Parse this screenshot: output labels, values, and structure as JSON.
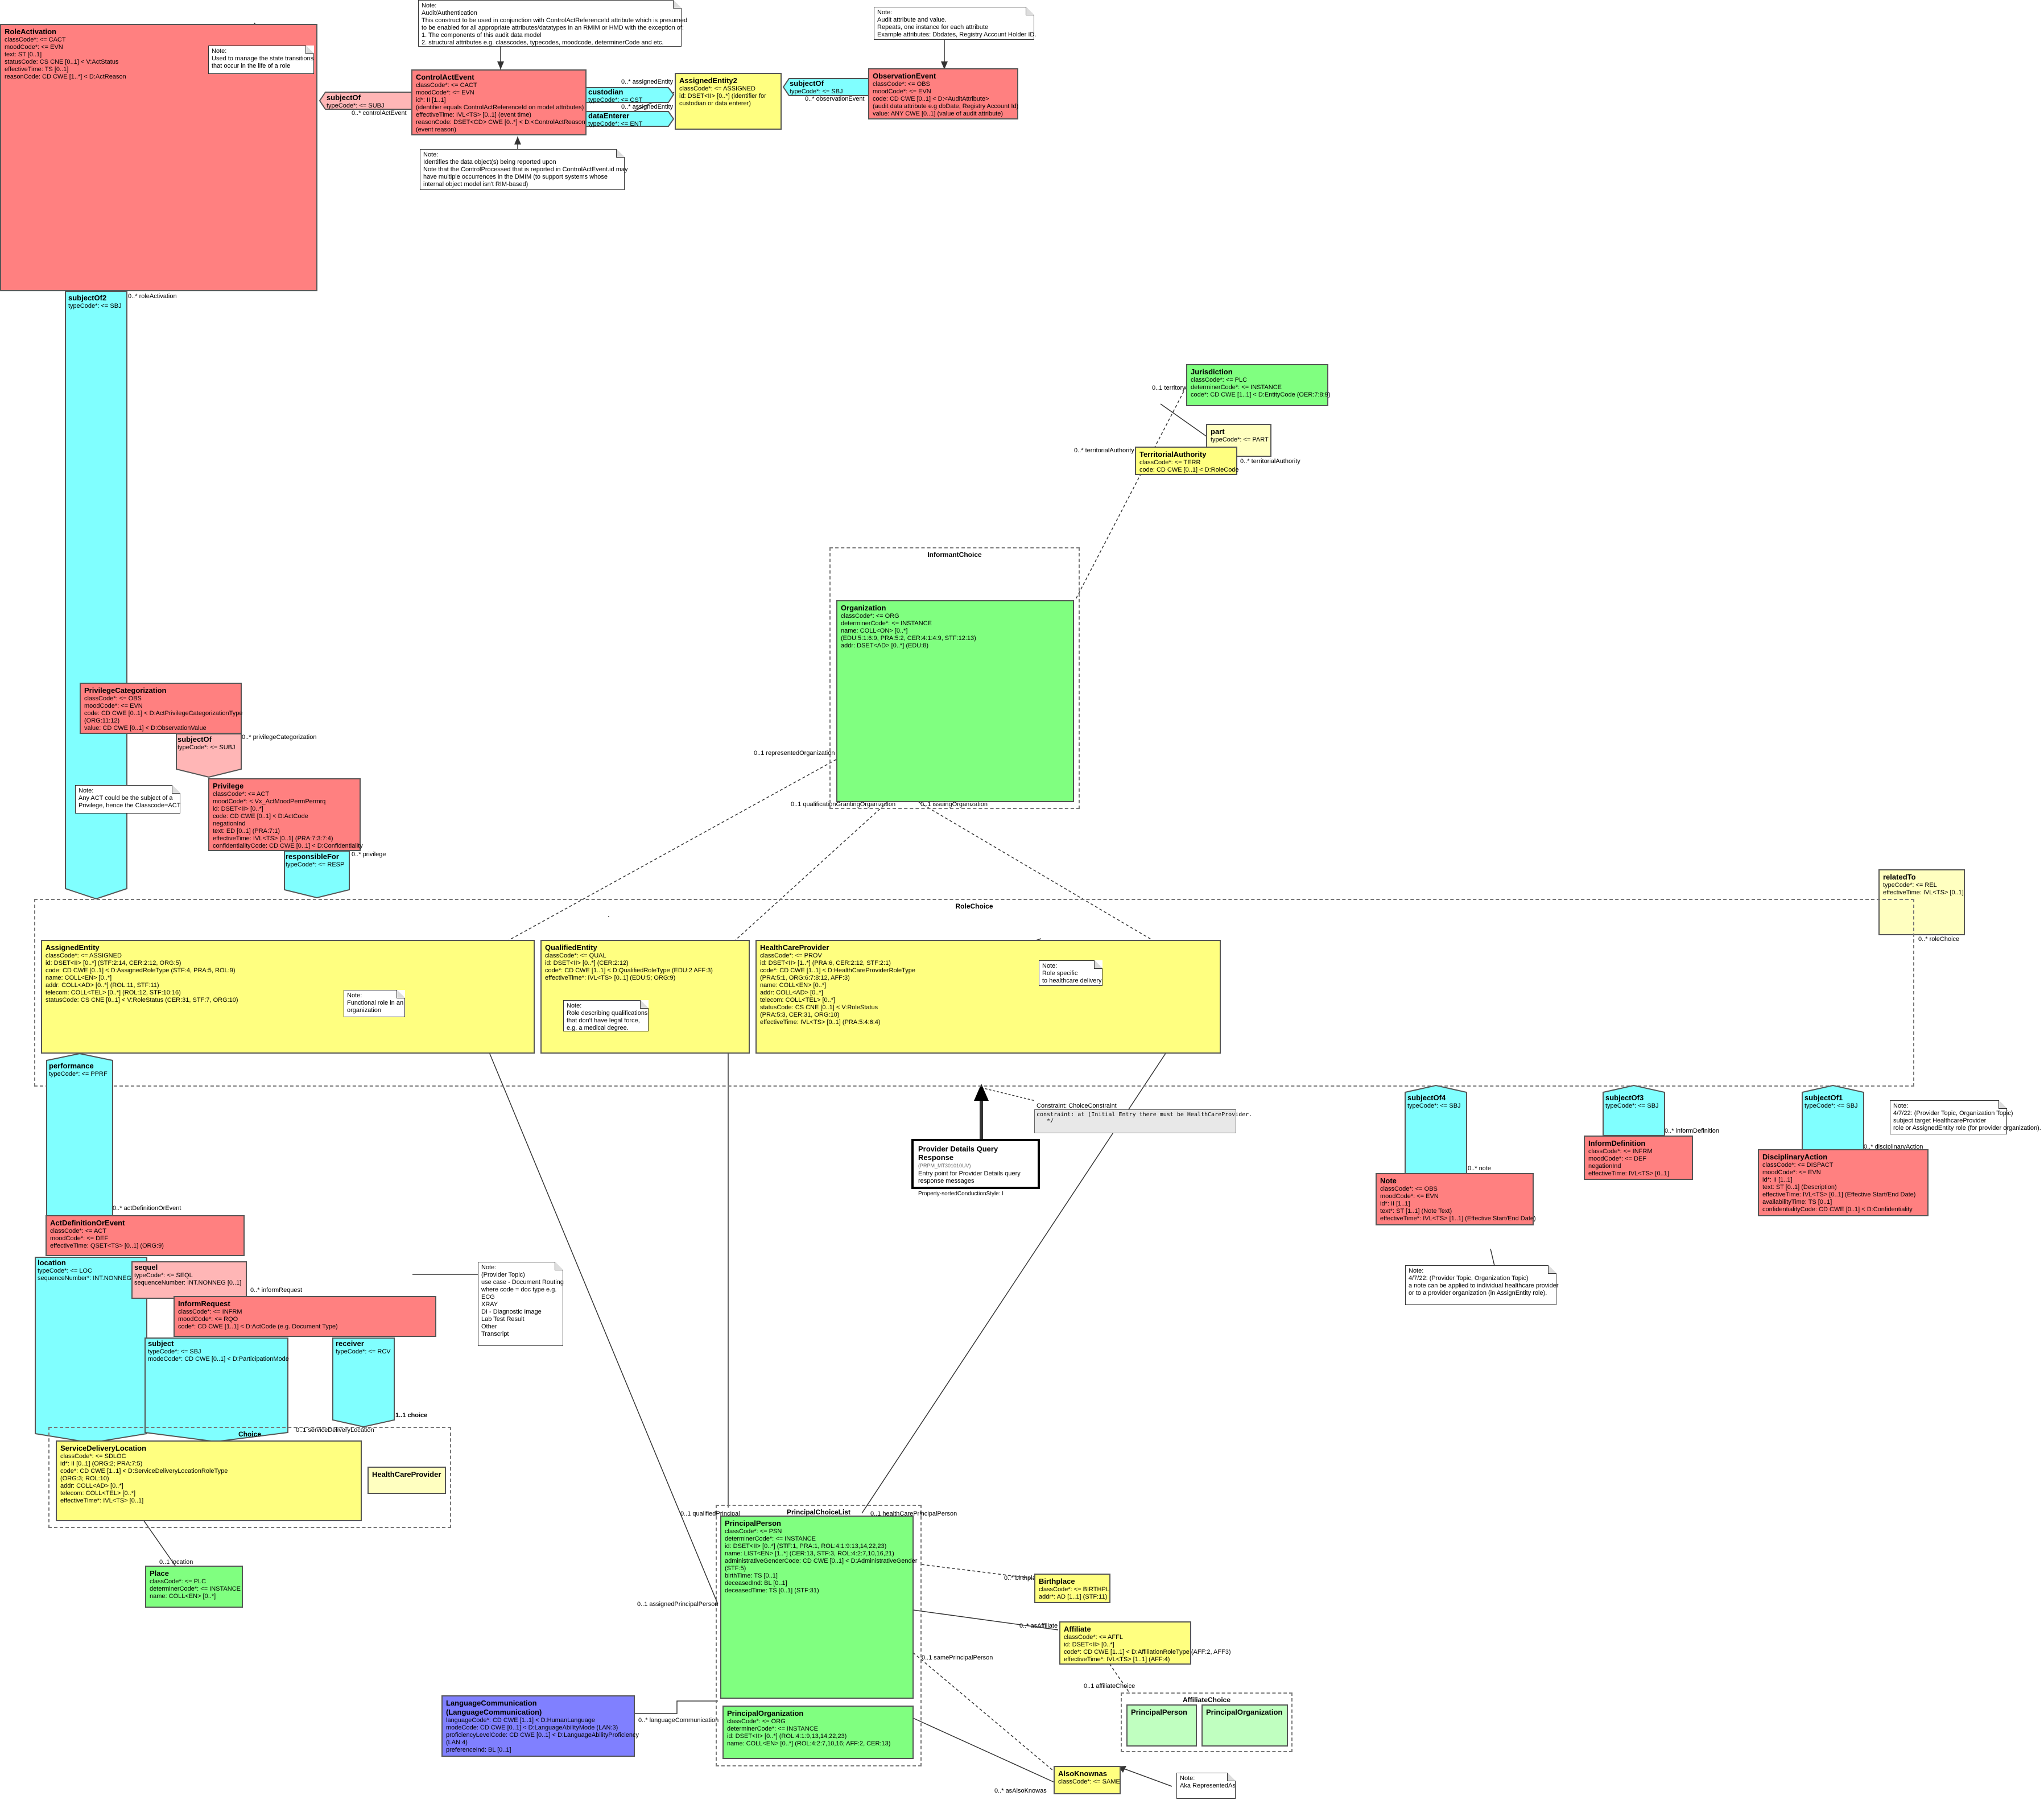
{
  "colors": {
    "act": "#ff8080",
    "role": "#ffff80",
    "entity": "#80ff80",
    "participation": "#80ffff",
    "other": "#8080ff"
  },
  "classes": {
    "roleActivation": {
      "title": "RoleActivation",
      "attrs": "classCode*: <= CACT\nmoodCode*: <= EVN\ntext: ST [0..1]\nstatusCode: CS CNE [0..1] < V:ActStatus\neffectiveTime: TS [0..1]\nreasonCode: CD CWE [1..*] < D:ActReason"
    },
    "controlActEvent": {
      "title": "ControlActEvent",
      "attrs": "classCode*: <= CACT\nmoodCode*: <= EVN\nid*: II [1..1]\n(identifier equals ControlActReferenceId on model attributes)\neffectiveTime: IVL<TS> [0..1] (event time)\nreasonCode: DSET<CD> CWE [0..*] < D:<ControlActReason>\n(event reason)"
    },
    "assignedEntity2": {
      "title": "AssignedEntity2",
      "attrs": "classCode*: <= ASSIGNED\nid: DSET<II> [0..*] (identifier for\ncustodian or data enterer)"
    },
    "observationEvent": {
      "title": "ObservationEvent",
      "attrs": "classCode*: <= OBS\nmoodCode*: <= EVN\ncode: CD CWE [0..1] < D:<AuditAttribute>\n(audit data attribute e.g dbDate, Registry Account Id)\nvalue: ANY CWE [0..1] (value of audit attribute)"
    },
    "jurisdiction": {
      "title": "Jurisdiction",
      "attrs": "classCode*: <= PLC\ndeterminerCode*: <= INSTANCE\ncode*: CD CWE [1..1] < D:EntityCode (OER:7:8:9)"
    },
    "part": {
      "title": "part",
      "attrs": "typeCode*: <= PART"
    },
    "territorialAuthority": {
      "title": "TerritorialAuthority",
      "attrs": "classCode*: <= TERR\ncode: CD CWE [0..1] < D:RoleCode"
    },
    "organization": {
      "title": "Organization",
      "attrs": "classCode*: <= ORG\ndeterminerCode*: <= INSTANCE\nname: COLL<ON> [0..*]\n(EDU:5:1:6:9, PRA:5:2, CER:4:1:4:9, STF:12:13)\naddr: DSET<AD> [0..*] (EDU:8)"
    },
    "privilegeCategorization": {
      "title": "PrivilegeCategorization",
      "attrs": "classCode*: <= OBS\nmoodCode*: <= EVN\ncode: CD CWE [0..1] < D:ActPrivilegeCategorizationType\n(ORG:11:12)\nvalue: CD CWE [0..1] < D:ObservationValue"
    },
    "privilege": {
      "title": "Privilege",
      "attrs": "classCode*: <= ACT\nmoodCode*: < Vx_ActMoodPermPermrq\nid: DSET<II> [0..*]\ncode: CD CWE [0..1] < D:ActCode\nnegationInd\ntext: ED [0..1] (PRA:7:1)\neffectiveTime: IVL<TS> [0..1] (PRA:7:3:7:4)\nconfidentialityCode: CD CWE [0..1] < D:Confidentiality"
    },
    "assignedEntity": {
      "title": "AssignedEntity",
      "attrs": "classCode*: <= ASSIGNED\nid: DSET<II> [0..*] (STF:2:14, CER:2:12, ORG:5)\ncode: CD CWE [0..1] < D:AssignedRoleType (STF:4, PRA:5, ROL:9)\nname: COLL<EN> [0..*]\naddr: COLL<AD> [0..*] (ROL:11, STF:11)\ntelecom: COLL<TEL> [0..*] (ROL:12, STF:10:16)\nstatusCode: CS CNE [0..1] < V:RoleStatus (CER:31, STF:7, ORG:10)"
    },
    "qualifiedEntity": {
      "title": "QualifiedEntity",
      "attrs": "classCode*: <= QUAL\nid: DSET<II> [0..*] (CER:2:12)\ncode*: CD CWE [1..1] < D:QualifiedRoleType (EDU:2 AFF:3)\neffectiveTime*: IVL<TS> [0..1] (EDU:5; ORG:9)"
    },
    "healthCareProvider": {
      "title": "HealthCareProvider",
      "attrs": "classCode*: <= PROV\nid: DSET<II> [1..*] (PRA:6, CER:2:12, STF:2:1)\ncode*: CD CWE [1..1] < D:HealthCareProviderRoleType\n(PRA:5:1, ORG:6:7:8:12, AFF:3)\nname: COLL<EN> [0..*]\naddr: COLL<AD> [0..*]\ntelecom: COLL<TEL> [0..*]\nstatusCode: CS CNE [0..1] < V:RoleStatus\n(PRA:5:3, CER:31, ORG:10)\neffectiveTime: IVL<TS> [0..1] (PRA:5:4:6:4)"
    },
    "relatedTo": {
      "title": "relatedTo",
      "attrs": "typeCode*: <= REL\neffectiveTime: IVL<TS> [0..1]"
    },
    "actDefinitionOrEvent": {
      "title": "ActDefinitionOrEvent",
      "attrs": "classCode*: <= ACT\nmoodCode*: <= DEF\neffectiveTime: QSET<TS> [0..1] (ORG:9)"
    },
    "informRequest": {
      "title": "InformRequest",
      "attrs": "classCode*: <= INFRM\nmoodCode*: <= RQO\ncode*: CD CWE [1..1] < D:ActCode (e.g. Document Type)"
    },
    "serviceDeliveryLocation": {
      "title": "ServiceDeliveryLocation",
      "attrs": "classCode*: <= SDLOC\nid*: II [0..1] (ORG:2; PRA:7:5)\ncode*: CD CWE [1..1] < D:ServiceDeliveryLocationRoleType\n(ORG:3; ROL:10)\naddr: COLL<AD> [0..*]\ntelecom: COLL<TEL> [0..*]\neffectiveTime*: IVL<TS> [0..1]"
    },
    "healthCareProviderSmall": {
      "title": "HealthCareProvider",
      "attrs": ""
    },
    "place": {
      "title": "Place",
      "attrs": "classCode*: <= PLC\ndeterminerCode*: <= INSTANCE\nname: COLL<EN> [0..*]"
    },
    "principalPerson": {
      "title": "PrincipalPerson",
      "attrs": "classCode*: <= PSN\ndeterminerCode*: <= INSTANCE\nid: DSET<II> [0..*] (STF:1, PRA:1, ROL:4:1:9:13,14,22,23)\nname: LIST<EN> [1..*] (CER:13, STF:3, ROL:4:2:7,10,16,21)\nadministrativeGenderCode: CD CWE [0..1] < D:AdministrativeGender\n(STF:5)\nbirthTime: TS [0..1]\ndeceasedInd: BL [0..1]\ndeceasedTime: TS [0..1] (STF:31)"
    },
    "principalOrganization": {
      "title": "PrincipalOrganization",
      "attrs": "classCode*: <= ORG\ndeterminerCode*: <= INSTANCE\nid: DSET<II> [0..*] (ROL:4:1:9,13,14,22,23)\nname: COLL<EN> [0..*] (ROL:4:2:7,10,16; AFF:2, CER:13)"
    },
    "birthplace": {
      "title": "Birthplace",
      "attrs": "classCode*: <= BIRTHPL\naddr*: AD [1..1] (STF:11)"
    },
    "affiliate": {
      "title": "Affiliate",
      "attrs": "classCode*: <= AFFL\nid: DSET<II> [0..*]\ncode*: CD CWE [1..1] < D:AffiliationRoleType (AFF:2, AFF3)\neffectiveTime*: IVL<TS> [1..1] (AFF:4)"
    },
    "principalPersonSmall": {
      "title": "PrincipalPerson",
      "attrs": ""
    },
    "principalOrganizationSmall": {
      "title": "PrincipalOrganization",
      "attrs": ""
    },
    "alsoKnownas": {
      "title": "AlsoKnownas",
      "attrs": "classCode*: <= SAME"
    },
    "languageCommunication": {
      "title": "LanguageCommunication\n(LanguageCommunication)",
      "attrs": "languageCode*: CD CWE [1..1] < D:HumanLanguage\nmodeCode: CD CWE [0..1] < D:LanguageAbilityMode (LAN:3)\nproficiencyLevelCode: CD CWE [0..1] < D:LanguageAbilityProficiency\n(LAN:4)\npreferenceInd: BL [0..1]"
    },
    "noteAct": {
      "title": "Note",
      "attrs": "classCode*: <= OBS\nmoodCode*: <= EVN\nid*: II [1..1]\ntext*: ST [1..1] (Note Text)\neffectiveTime*: IVL<TS> [1..1] (Effective Start/End Date)"
    },
    "informDefinition": {
      "title": "InformDefinition",
      "attrs": "classCode*: <= INFRM\nmoodCode*: <= DEF\nnegationInd\neffectiveTime: IVL<TS> [0..1]"
    },
    "disciplinaryAction": {
      "title": "DisciplinaryAction",
      "attrs": "classCode*: <= DISPACT\nmoodCode*: <= EVN\nid*: II [1..1]\ntext: ST [0..1] (Description)\neffectiveTime: IVL<TS> [0..1] (Effective Start/End Date)\navailabilityTime: TS [0..1]\nconfidentialityCode: CD CWE [0..1] < D:Confidentiality"
    }
  },
  "participations": {
    "subjectOfCtrl": {
      "title": "subjectOf",
      "attrs": "typeCode*: <= SUBJ"
    },
    "custodian": {
      "title": "custodian",
      "attrs": "typeCode*: <= CST"
    },
    "dataEnterer": {
      "title": "dataEnterer",
      "attrs": "typeCode*: <= ENT"
    },
    "subjectOfObs": {
      "title": "subjectOf",
      "attrs": "typeCode*: <= SBJ"
    },
    "subjectOf2": {
      "title": "subjectOf2",
      "attrs": "typeCode*: <= SBJ"
    },
    "subjectOfPriv": {
      "title": "subjectOf",
      "attrs": "typeCode*: <= SUBJ"
    },
    "responsibleFor": {
      "title": "responsibleFor",
      "attrs": "typeCode*: <= RESP"
    },
    "performance": {
      "title": "performance",
      "attrs": "typeCode*: <= PPRF"
    },
    "location": {
      "title": "location",
      "attrs": "typeCode*: <= LOC\nsequenceNumber*: INT.NONNEG"
    },
    "sequel": {
      "title": "sequel",
      "attrs": "typeCode*: <= SEQL\nsequenceNumber: INT.NONNEG [0..1]"
    },
    "subject": {
      "title": "subject",
      "attrs": "typeCode*: <= SBJ\nmodeCode*: CD CWE [0..1] < D:ParticipationMode"
    },
    "receiver": {
      "title": "receiver",
      "attrs": "typeCode*: <= RCV"
    },
    "subjectOf4": {
      "title": "subjectOf4",
      "attrs": "typeCode*: <= SBJ"
    },
    "subjectOf3": {
      "title": "subjectOf3",
      "attrs": "typeCode*: <= SBJ"
    },
    "subjectOf1": {
      "title": "subjectOf1",
      "attrs": "typeCode*: <= SBJ"
    }
  },
  "notes": {
    "roleActivationNote": "Note:\nUsed to manage the state transitions\nthat occur in the life of a role",
    "auditNote": "Note:\nAudit/Authentication\nThis construct to be used in conjunction with ControlActReferenceId attribute which is presumed\nto be enabled for all appropriate attributes/datatypes in an RMIM or HMD with the exception of:\n1. The components of this audit data model\n2. structural attributes e.g. classcodes, typecodes, moodcode, determinerCode and etc.",
    "observationNote": "Note:\nAudit attribute and value.\nRepeats, one instance for each attribute\nExample attributes: Dbdates, Registry Account Holder ID.",
    "controlActNote": "Note:\nIdentifies the data object(s) being reported upon\nNote that the ControlProcessed that is reported in ControlActEvent.id may\nhave multiple occurrences in the DMIM (to support systems whose\ninternal object model isn't RIM-based)",
    "privilegeNote": "Note:\nAny ACT could be the subject of a\nPrivilege, hence the Classcode=ACT",
    "assignedNote": "Note:\nFunctional role in an\norganization",
    "qualifiedNote": "Note:\nRole describing qualifications\nthat don't have legal force,\ne.g. a medical degree.",
    "healthCareNote": "Note:\nRole specific\nto healthcare delivery",
    "informRequestNote": "Note:\n(Provider Topic)\nuse case - Document Routing\nwhere code = doc type e.g.\nECG\nXRAY\nDI - Diagnostic Image\nLab Test Result\nOther\nTranscript",
    "disciplinaryNote": "Note:\n4/7/22: (Provider Topic, Organization Topic)\nsubject target HealthcareProvider\nrole or AssignedEntity role (for provider organization).",
    "noteActNote": "Note:\n4/7/22: (Provider Topic, Organization Topic)\na note can be applied to individual healthcare provider\nor to a provider organization (in AssignEntity role).",
    "akaNote": "Note:\nAka RepresentedAs"
  },
  "choices": {
    "informant": "InformantChoice",
    "role": "RoleChoice",
    "choice": "Choice",
    "principal": "PrincipalChoiceList",
    "affiliate": "AffiliateChoice"
  },
  "entry": {
    "title": "Provider Details Query Response",
    "id": "(PRPM_MT301010UV)",
    "desc": "Entry point for Provider Details query\nresponse messages",
    "style": "Property-sortedConductionStyle: I"
  },
  "constraint": {
    "title": "Constraint: ChoiceConstraint",
    "body": "constraint: at (Initial Entry there must be HealthCareProvider.\n   */"
  },
  "labels": {
    "controlActEvent": "0..* controlActEvent",
    "assignedEntity1": "0..* assignedEntity",
    "assignedEntity2": "0..* assignedEntity",
    "observationEvent": "0..* observationEvent",
    "roleActivation": "0..* roleActivation",
    "territory": "0..1 territory",
    "territorialAuthority": "0..* territorialAuthority",
    "territorialAuthority2": "0..* territorialAuthority",
    "representedOrganization": "0..1 representedOrganization",
    "qualificationGrantingOrganization": "0..1 qualificationGrantingOrganization",
    "issuingOrganization": "0..1 issuingOrganization",
    "privilegeCategorization": "0..* privilegeCategorization",
    "privilege": "0..* privilege",
    "roleChoice": "0..* roleChoice",
    "actDefinitionOrEvent": "0..* actDefinitionOrEvent",
    "informRequest": "0..* informRequest",
    "choiceMult": "1..1 choice",
    "serviceDeliveryLocation": "0..1 serviceDeliveryLocation",
    "location": "0..1 location",
    "qualifiedPrincipal": "0..1 qualifiedPrincipal",
    "healthCarePrincipalPerson": "0..1 healthCarePrincipalPerson",
    "assignedPrincipalPerson": "0..1 assignedPrincipalPerson",
    "languageCommunication": "0..* languageCommunication",
    "birthplace": "0..* birthplace",
    "asAffiliate": "0..* asAffiliate",
    "samePrincipalPerson": "0..1 samePrincipalPerson",
    "affiliateChoice": "0..1 affiliateChoice",
    "asAlsoKnowas": "0..* asAlsoKnowas",
    "note": "0..* note",
    "informDefinition": "0..* informDefinition",
    "disciplinaryAction": "0..* disciplinaryAction"
  }
}
